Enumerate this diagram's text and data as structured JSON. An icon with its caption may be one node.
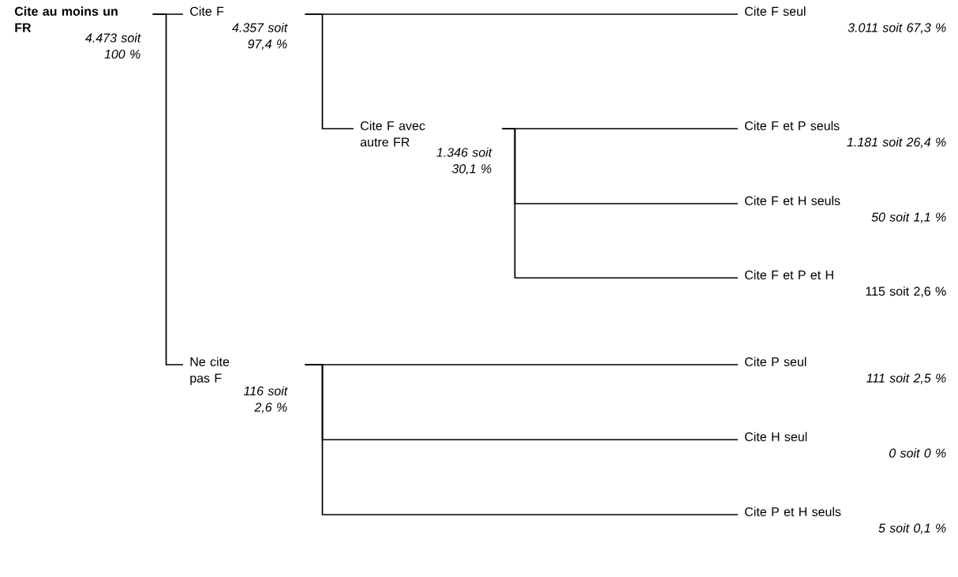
{
  "diagram": {
    "nodes": [
      {
        "text": [
          "Cite au moins un FR",
          "4.473 soit 100 %"
        ]
      },
      {
        "text": [
          "Cite F",
          "4.357 soit 97,4 %"
        ]
      },
      {
        "text": [
          "Ne cite pas F",
          "116 soit 2,6 %"
        ]
      },
      {
        "text": [
          "Cite F seul",
          "3.011 soit 67,3 %"
        ]
      },
      {
        "text": [
          "Cite F avec autre FR",
          "1.346 soit 30,1 %"
        ]
      },
      {
        "text": [
          "Cite F et P seuls",
          "1.181 soit 26,4 %"
        ]
      },
      {
        "text": [
          "Cite F et H seuls",
          "50 soit 1,1 %"
        ]
      },
      {
        "text": [
          "Cite F et P et H",
          "115 soit 2,6 %"
        ]
      },
      {
        "text": [
          "Cite P seul",
          "111 soit 2,5 %"
        ]
      },
      {
        "text": [
          "Cite H seul",
          "0 soit 0 %"
        ]
      },
      {
        "text": [
          "Cite P et H seuls",
          "5 soit 0,1 %"
        ]
      }
    ],
    "edges": [
      {
        "from": 0,
        "to": 1,
        "arrow": "none"
      },
      {
        "from": 0,
        "to": 2,
        "arrow": "none"
      },
      {
        "from": 1,
        "to": 3,
        "arrow": "none"
      },
      {
        "from": 1,
        "to": 4,
        "arrow": "none"
      },
      {
        "from": 4,
        "to": 5,
        "arrow": "none"
      },
      {
        "from": 4,
        "to": 6,
        "arrow": "none"
      },
      {
        "from": 4,
        "to": 7,
        "arrow": "none"
      },
      {
        "from": 2,
        "to": 8,
        "arrow": "none"
      },
      {
        "from": 2,
        "to": 9,
        "arrow": "none"
      },
      {
        "from": 2,
        "to": 10,
        "arrow": "none"
      }
    ]
  }
}
